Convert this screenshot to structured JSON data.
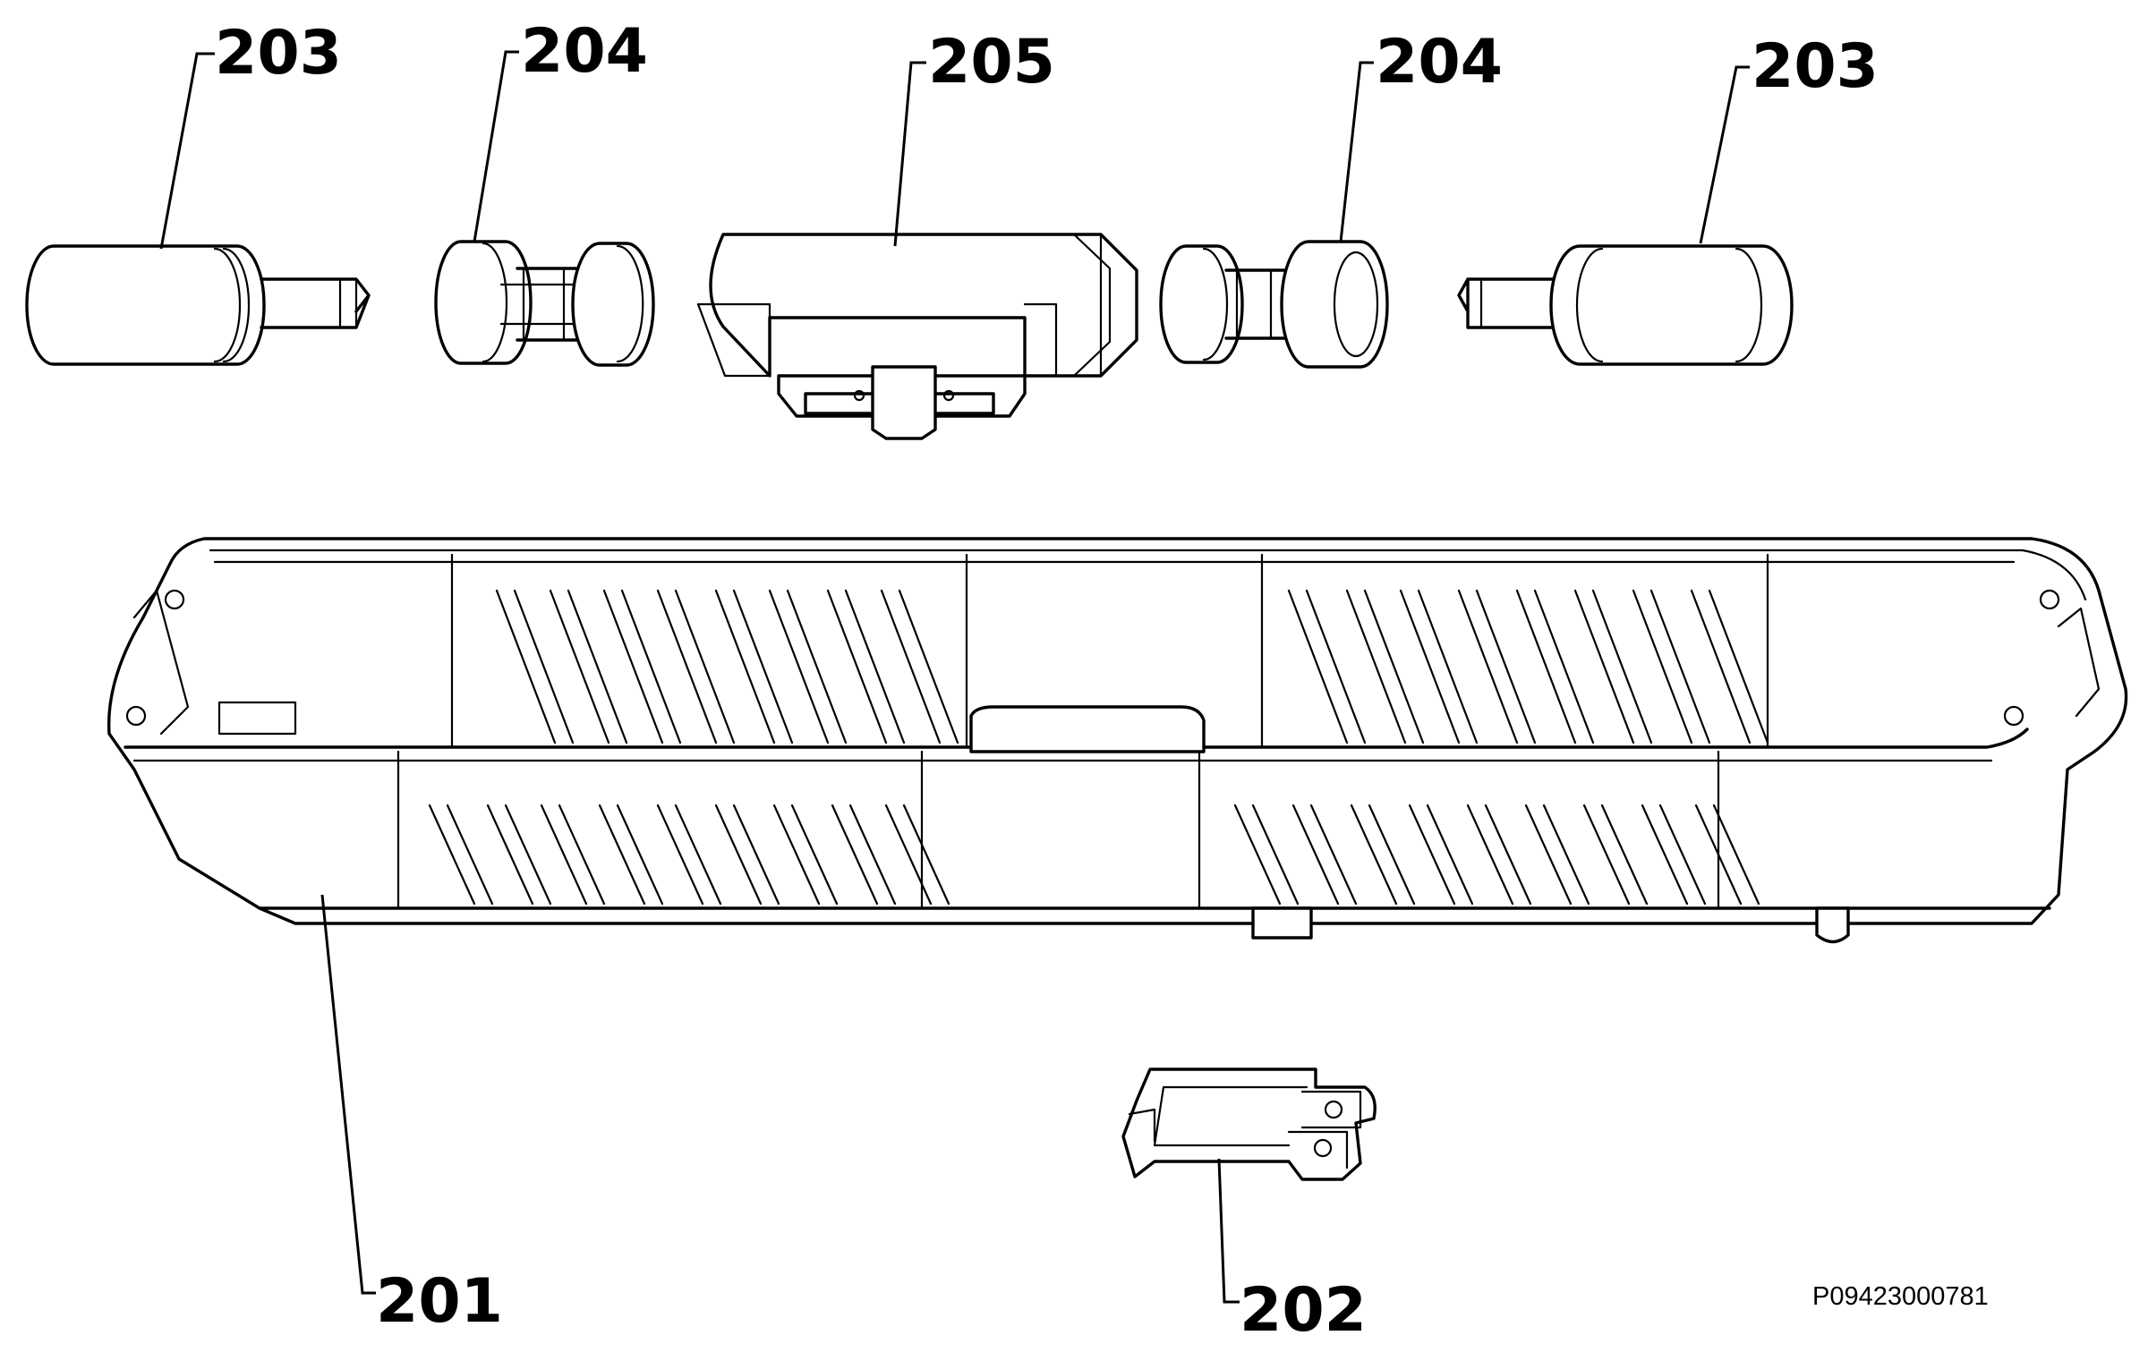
{
  "callouts": {
    "part_201": "201",
    "part_202": "202",
    "part_203_left": "203",
    "part_203_right": "203",
    "part_204_left": "204",
    "part_204_right": "204",
    "part_205": "205"
  },
  "document_id": "P09423000781"
}
